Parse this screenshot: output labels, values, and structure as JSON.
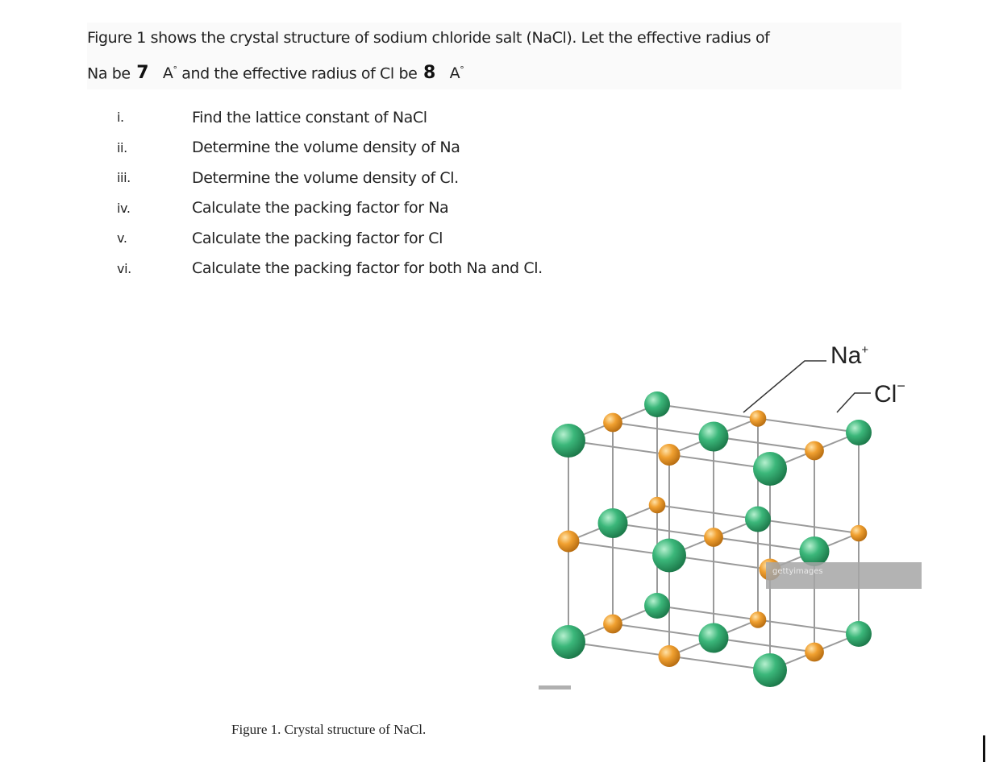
{
  "intro": {
    "line1": "Figure 1 shows the crystal structure of sodium chloride salt (NaCl). Let the effective radius of",
    "line2_a": "Na be",
    "na_radius": "7",
    "unit1": "A",
    "degree1": "°",
    "line2_b": "and the effective radius of Cl be",
    "cl_radius": "8",
    "unit2": "A",
    "degree2": "°"
  },
  "questions": [
    {
      "num": "i.",
      "text": "Find the lattice constant of NaCl"
    },
    {
      "num": "ii.",
      "text": "Determine the volume density of Na"
    },
    {
      "num": "iii.",
      "text": "Determine the volume density of Cl."
    },
    {
      "num": "iv.",
      "text": "Calculate the packing factor for Na"
    },
    {
      "num": "v.",
      "text": "Calculate the packing factor for Cl"
    },
    {
      "num": "vi.",
      "text": "Calculate the packing factor for both Na and Cl."
    }
  ],
  "figure": {
    "na_label": "Na",
    "na_charge": "+",
    "cl_label": "Cl",
    "cl_charge": "−",
    "watermark": "gettyimages",
    "colors": {
      "na_ion": "#f0a030",
      "cl_ion": "#3bb77a",
      "lattice_line": "#9a9a9a"
    }
  },
  "caption": "Figure 1.  Crystal structure of NaCl."
}
